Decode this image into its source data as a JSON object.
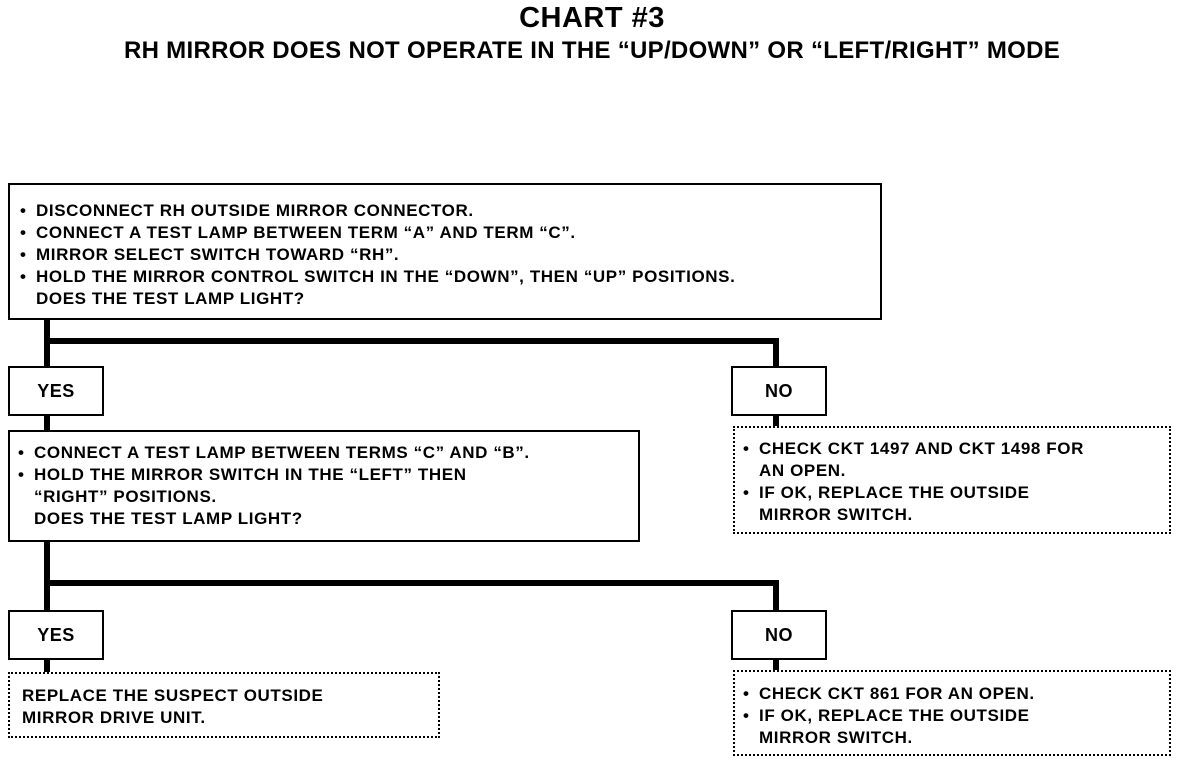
{
  "title": "CHART #3",
  "subtitle": "RH MIRROR DOES NOT OPERATE IN THE “UP/DOWN” OR “LEFT/RIGHT” MODE",
  "box1": {
    "items": [
      "DISCONNECT RH OUTSIDE MIRROR CONNECTOR.",
      "CONNECT A TEST LAMP BETWEEN TERM “A” AND TERM “C”.",
      "MIRROR SELECT SWITCH TOWARD “RH”.",
      "HOLD THE MIRROR CONTROL SWITCH IN THE “DOWN”, THEN “UP” POSITIONS."
    ],
    "question": "DOES THE TEST LAMP LIGHT?"
  },
  "yes1": "YES",
  "no1": "NO",
  "box2": {
    "items": [
      "CONNECT A TEST LAMP BETWEEN TERMS “C” AND “B”.",
      "HOLD THE MIRROR SWITCH IN THE “LEFT” THEN\n“RIGHT” POSITIONS."
    ],
    "question": "DOES THE TEST LAMP LIGHT?"
  },
  "no1_result": {
    "items": [
      "CHECK CKT 1497 AND CKT 1498 FOR\nAN OPEN.",
      "IF OK, REPLACE THE OUTSIDE\nMIRROR SWITCH."
    ]
  },
  "yes2": "YES",
  "no2": "NO",
  "yes2_result": "REPLACE THE SUSPECT OUTSIDE\nMIRROR DRIVE UNIT.",
  "no2_result": {
    "items": [
      "CHECK CKT 861 FOR AN OPEN.",
      "IF OK, REPLACE THE OUTSIDE\nMIRROR SWITCH."
    ]
  }
}
